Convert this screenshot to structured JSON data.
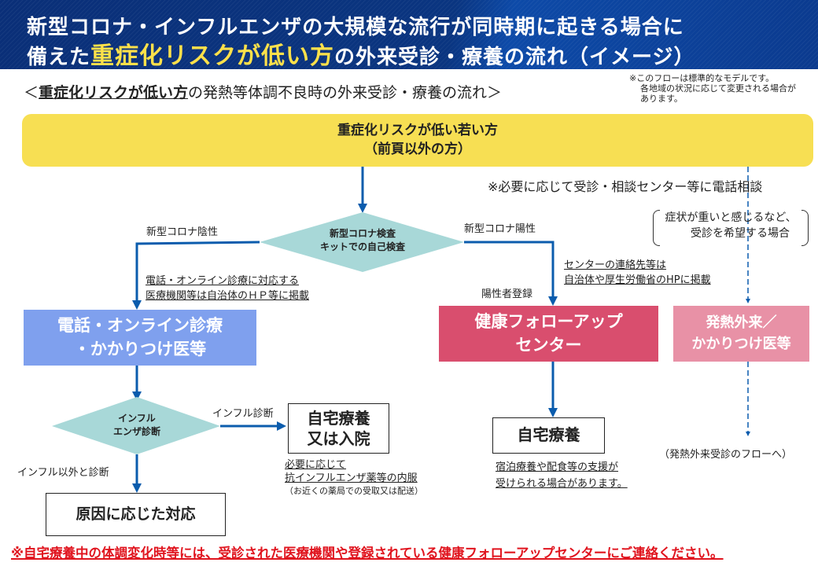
{
  "header": {
    "line1": "新型コロナ・インフルエンザの大規模な流行が同時期に起きる場合に",
    "line2_prefix": "備えた",
    "line2_highlight": "重症化リスクが低い方",
    "line2_suffix": "の外来受診・療養の流れ（イメージ）"
  },
  "subtitle": {
    "open": "＜",
    "emphasis": "重症化リスクが低い方",
    "rest": "の発熱等体調不良時の外来受診・療養の流れ＞"
  },
  "note_top": {
    "line1": "※このフローは標準的なモデルです。",
    "line2": "各地域の状況に応じて変更される場合が",
    "line3": "あります。"
  },
  "top_box": {
    "line1": "重症化リスクが低い若い方",
    "line2": "（前頁以外の方）"
  },
  "phone_consult_note": "※必要に応じて受診・相談センター等に電話相談",
  "severe_note": {
    "line1": "症状が重いと感じるなど、",
    "line2": "受診を希望する場合"
  },
  "diamond_test": {
    "line1": "新型コロナ検査",
    "line2": "キットでの自己検査"
  },
  "labels": {
    "negative": "新型コロナ陰性",
    "positive": "新型コロナ陽性",
    "positive_registration": "陽性者登録",
    "influ_diagnosis": "インフル診断",
    "non_influ_diagnosis": "インフル以外と診断"
  },
  "online_note": {
    "line1": "電話・オンライン診療に対応する",
    "line2": "医療機関等は自治体のＨＰ等に掲載"
  },
  "center_note": {
    "line1": "センターの連絡先等は",
    "line2": "自治体や厚生労働省のHPに掲載"
  },
  "online_box": {
    "line1": "電話・オンライン診療",
    "line2": "・かかりつけ医等"
  },
  "followup_box": {
    "line1": "健康フォローアップ",
    "line2": "センター"
  },
  "fever_box": {
    "line1": "発熱外来／",
    "line2": "かかりつけ医等"
  },
  "diamond_influ": {
    "line1": "インフル",
    "line2": "エンザ診断"
  },
  "home_hosp_box": {
    "line1": "自宅療養",
    "line2": "又は入院"
  },
  "antiviral_note": {
    "line1": "必要に応じて",
    "line2": "抗インフルエンザ薬等の内服",
    "line3": "（お近くの薬局での受取又は配送）"
  },
  "home_box": "自宅療養",
  "home_support_note": {
    "line1": "宿泊療養や配食等の支援が",
    "line2": "受けられる場合があります。"
  },
  "fever_flow_note": "（発熱外来受診のフローへ）",
  "cause_box": "原因に応じた対応",
  "footer_warning": "※自宅療養中の体調変化時等には、受診された医療機関や登録されている健康フォローアップセンターにご連絡ください。",
  "colors": {
    "header_bg": "#0a2f78",
    "highlight_yellow": "#ffe14a",
    "top_box": "#f7df53",
    "diamond": "#a8d8d8",
    "arrow": "#0b5cad",
    "online_box": "#7fa0ee",
    "followup_box": "#d94e6e",
    "fever_box": "#e891a6",
    "warning_red": "#e0141e"
  }
}
